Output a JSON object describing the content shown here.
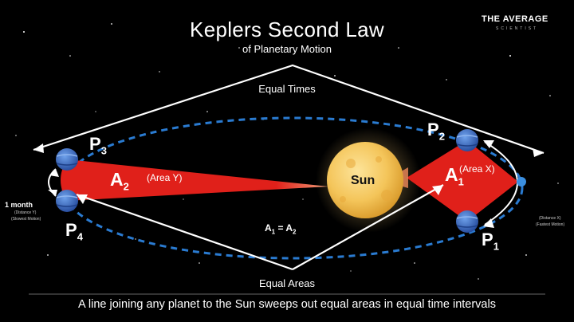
{
  "header": {
    "title": "Keplers Second Law",
    "subtitle": "of Planetary Motion",
    "brand": "THE AVERAGE",
    "brand_sub": "SCIENTIST"
  },
  "labels": {
    "equal_times": "Equal Times",
    "equal_areas": "Equal Areas",
    "sun": "Sun",
    "p1": {
      "letter": "P",
      "sub": "1"
    },
    "p2": {
      "letter": "P",
      "sub": "2"
    },
    "p3": {
      "letter": "P",
      "sub": "3"
    },
    "p4": {
      "letter": "P",
      "sub": "4"
    },
    "a1": {
      "letter": "A",
      "sub": "1"
    },
    "a2": {
      "letter": "A",
      "sub": "2"
    },
    "area_x": "(Area X)",
    "area_y": "(Area Y)",
    "equation": {
      "a": "A",
      "sub1": "1",
      "op": " = ",
      "b": "A",
      "sub2": "2"
    },
    "left_note": {
      "main": "1 month",
      "line1": "(Distance Y)",
      "line2": "(Slowest Motion)"
    },
    "right_note": {
      "line1": "(Distance X)",
      "line2": "(Fastest Motion)"
    }
  },
  "caption": "A line joining any planet to the Sun sweeps out equal areas in equal time intervals",
  "colors": {
    "background": "#000000",
    "orbit": "#2a7bd1",
    "sector": "#e0201a",
    "sun": "#f4c55a",
    "planet": "#3b6fc4",
    "text": "#ffffff"
  }
}
